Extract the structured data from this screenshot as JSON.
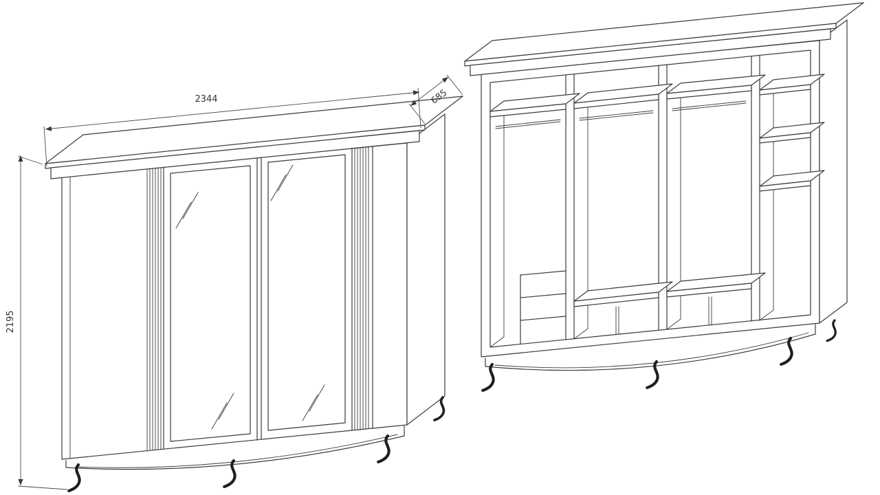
{
  "canvas": {
    "background": "#ffffff",
    "line_color": "#3a3a3a"
  },
  "dimensions": {
    "width_mm": "2344",
    "depth_mm": "685",
    "height_mm": "2195"
  }
}
